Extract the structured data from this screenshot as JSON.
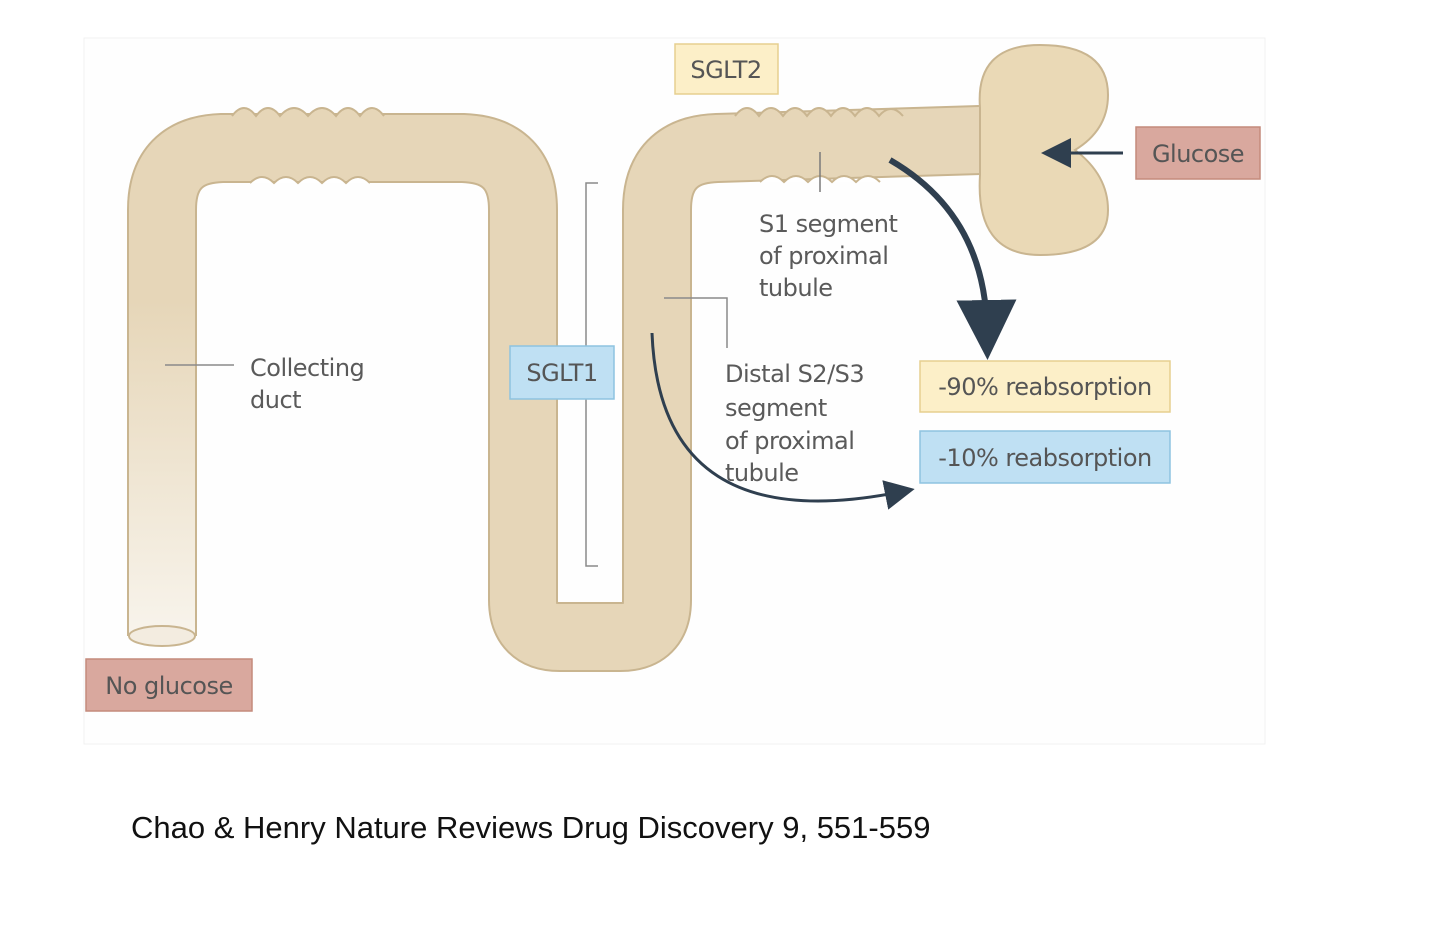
{
  "diagram": {
    "transporters": {
      "sglt2": "SGLT2",
      "sglt1": "SGLT1"
    },
    "inputs": {
      "glucose": "Glucose",
      "no_glucose": "No glucose"
    },
    "segments": {
      "s1": [
        "S1 segment",
        "of proximal",
        "tubule"
      ],
      "s2s3": [
        "Distal S2/S3",
        "segment",
        "of proximal",
        "tubule"
      ],
      "collecting_duct": [
        "Collecting",
        "duct"
      ]
    },
    "reabsorption": {
      "sglt2_share": "-90% reabsorption",
      "sglt1_share": "-10% reabsorption"
    },
    "colors": {
      "tubule": "#e6d6b8",
      "tubule_outline": "#c9b590",
      "glucose_box": "#d9a89e",
      "sglt2_box": "#fcefc8",
      "sglt1_box": "#bfe0f3",
      "arrow": "#2f3f4f"
    }
  },
  "citation": "Chao & Henry Nature Reviews Drug Discovery 9, 551-559"
}
